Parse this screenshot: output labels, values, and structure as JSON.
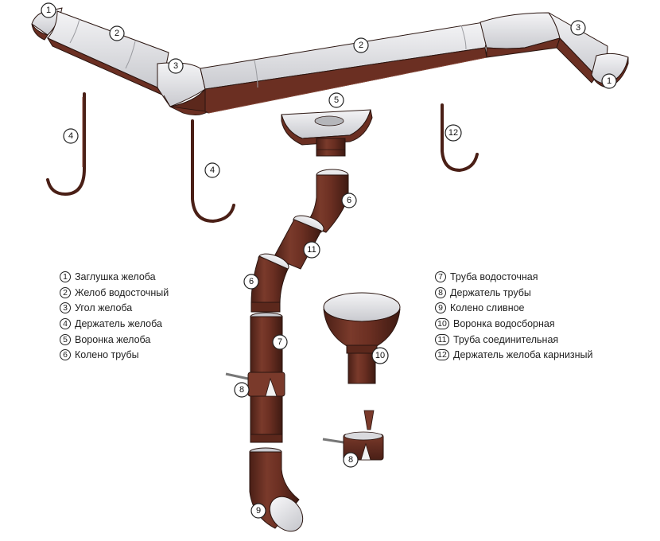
{
  "colors": {
    "metal": "#6b2f22",
    "metal_dark": "#4a1f16",
    "metal_light": "#8a4636",
    "inner": "#e9e9ec",
    "inner_shade": "#c7c8cc",
    "outline": "#2a1510"
  },
  "callouts": [
    {
      "id": "c1a",
      "label": "1"
    },
    {
      "id": "c2a",
      "label": "2"
    },
    {
      "id": "c3a",
      "label": "3"
    },
    {
      "id": "c2b",
      "label": "2"
    },
    {
      "id": "c3b",
      "label": "3"
    },
    {
      "id": "c1b",
      "label": "1"
    },
    {
      "id": "c5",
      "label": "5"
    },
    {
      "id": "c4a",
      "label": "4"
    },
    {
      "id": "c4b",
      "label": "4"
    },
    {
      "id": "c12",
      "label": "12"
    },
    {
      "id": "c6a",
      "label": "6"
    },
    {
      "id": "c11",
      "label": "11"
    },
    {
      "id": "c6b",
      "label": "6"
    },
    {
      "id": "c7",
      "label": "7"
    },
    {
      "id": "c8a",
      "label": "8"
    },
    {
      "id": "c9",
      "label": "9"
    },
    {
      "id": "c10",
      "label": "10"
    },
    {
      "id": "c8b",
      "label": "8"
    }
  ],
  "legend_left": [
    {
      "num": "1",
      "text": "Заглушка желоба"
    },
    {
      "num": "2",
      "text": "Желоб водосточный"
    },
    {
      "num": "3",
      "text": "Угол желоба"
    },
    {
      "num": "4",
      "text": "Держатель желоба"
    },
    {
      "num": "5",
      "text": "Воронка желоба"
    },
    {
      "num": "6",
      "text": "Колено трубы"
    }
  ],
  "legend_right": [
    {
      "num": "7",
      "text": "Труба водосточная"
    },
    {
      "num": "8",
      "text": "Держатель трубы"
    },
    {
      "num": "9",
      "text": "Колено сливное"
    },
    {
      "num": "10",
      "text": "Воронка водосборная"
    },
    {
      "num": "11",
      "text": "Труба соединительная"
    },
    {
      "num": "12",
      "text": "Держатель желоба карнизный"
    }
  ]
}
